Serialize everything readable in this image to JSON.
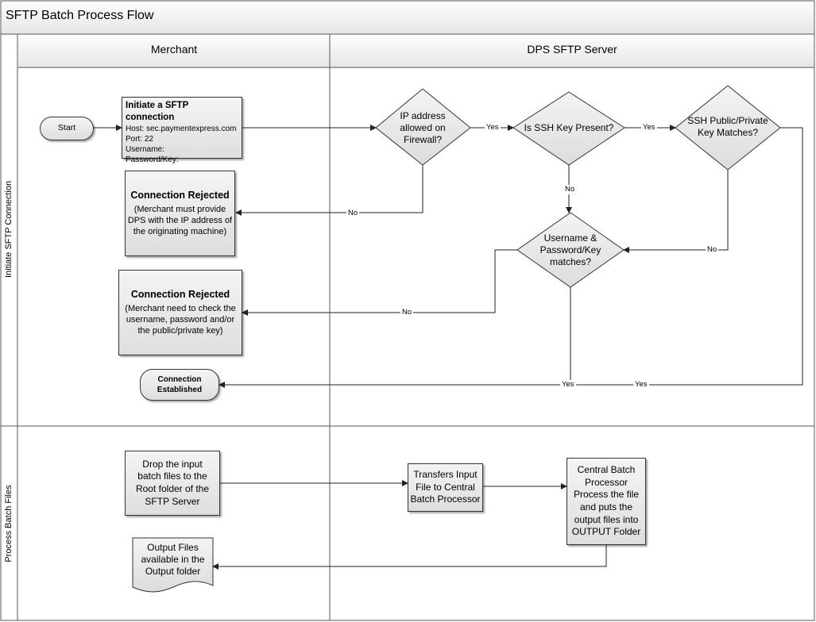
{
  "title": "SFTP Batch Process Flow",
  "lanes": {
    "merchant": "Merchant",
    "server": "DPS SFTP Server"
  },
  "phases": {
    "phase1": "Initiate SFTP Connection",
    "phase2": "Process Batch Files"
  },
  "nodes": {
    "start": "Start",
    "initiate": {
      "title": "Initiate a SFTP connection",
      "host": "Host: sec.paymentexpress.com",
      "port": "Port: 22",
      "username": "Username:",
      "password": "Password/Key:"
    },
    "ip_check": [
      "IP address",
      "allowed on",
      "Firewall?"
    ],
    "ssh_key_present": "Is SSH Key Present?",
    "ssh_key_match": [
      "SSH Public/Private",
      "Key Matches?"
    ],
    "user_pass_match": [
      "Username &",
      "Password/Key",
      "matches?"
    ],
    "rejected_ip": {
      "title": "Connection Rejected",
      "lines": [
        "(Merchant must provide",
        "DPS with the IP address of",
        "the originating machine)"
      ]
    },
    "rejected_creds": {
      "title": "Connection Rejected",
      "lines": [
        "(Merchant need to check the",
        "username, password and/or",
        "the public/private key)"
      ]
    },
    "established": [
      "Connection",
      "Established"
    ],
    "drop_files": [
      "Drop the input",
      "batch files to the",
      "Root folder of the",
      "SFTP Server"
    ],
    "transfer": [
      "Transfers Input",
      "File to Central",
      "Batch Processor"
    ],
    "central": [
      "Central Batch",
      "Processor",
      "Process the file",
      "and puts the",
      "output files into",
      "OUTPUT Folder"
    ],
    "output": [
      "Output Files",
      "available in the",
      "Output folder"
    ]
  },
  "edge_labels": {
    "yes_ip": "Yes",
    "yes_ssh": "Yes",
    "no_ip": "No",
    "no_ssh_present": "No",
    "no_ssh_match": "No",
    "no_user": "No",
    "yes_user": "Yes",
    "yes_key": "Yes"
  }
}
